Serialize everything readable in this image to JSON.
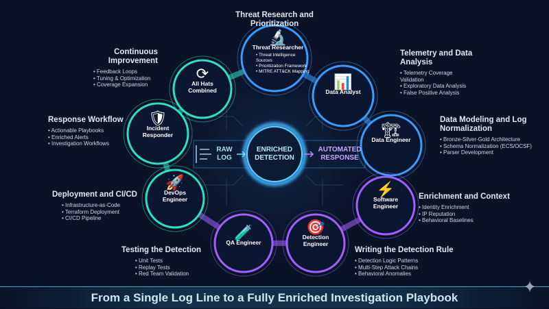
{
  "center": {
    "raw": "RAW LOG",
    "enriched": "ENRICHED DETECTION",
    "automated": "AUTOMATED RESPONSE"
  },
  "nodes": [
    {
      "role": "Threat Researcher",
      "icon": "🔬",
      "items": [
        "Threat Intelligence Sources",
        "Prioritization Framework",
        "MITRE ATT&CK Mapping"
      ]
    },
    {
      "role": "Data Analyst",
      "icon": "📊"
    },
    {
      "role": "Data Engineer",
      "icon": "🏗"
    },
    {
      "role": "Software Engineer",
      "icon": "⚡"
    },
    {
      "role": "Detection Engineer",
      "icon": "🎯"
    },
    {
      "role": "QA Engineer",
      "icon": "🧪"
    },
    {
      "role": "DevOps Engineer",
      "icon": "🚀"
    },
    {
      "role": "Incident Responder",
      "icon": "🛡"
    },
    {
      "role": "All Hats Combined",
      "icon": "⟳"
    }
  ],
  "stages": [
    {
      "title": "Threat Research and Prioritization",
      "items": []
    },
    {
      "title": "Telemetry and Data Analysis",
      "items": [
        "Telemetry Coverage Validation",
        "Exploratory Data Analysis",
        "False Positive Analysis"
      ]
    },
    {
      "title": "Data Modeling and Log Normalization",
      "items": [
        "Bronze-Silver-Gold Architecture",
        "Schema Normalization (ECS/OCSF)",
        "Parser Development"
      ]
    },
    {
      "title": "Enrichment and Context",
      "items": [
        "Identity Enrichment",
        "IP Reputation",
        "Behavioral Baselines"
      ]
    },
    {
      "title": "Writing the Detection Rule",
      "items": [
        "Detection Logic Patterns",
        "Multi-Step Attack Chains",
        "Behavioral Anomalies"
      ]
    },
    {
      "title": "Testing the Detection",
      "items": [
        "Unit Tests",
        "Replay Tests",
        "Red Team Validation"
      ]
    },
    {
      "title": "Deployment and CI/CD",
      "items": [
        "Infrastructure-as-Code",
        "Terraform Deployment",
        "CI/CD Pipeline"
      ]
    },
    {
      "title": "Response Workflow",
      "items": [
        "Actionable Playbooks",
        "Enriched Alerts",
        "Investigation Workflows"
      ]
    },
    {
      "title": "Continuous Improvement",
      "items": [
        "Feedback Loops",
        "Tuning & Optimization",
        "Coverage Expansion"
      ]
    }
  ],
  "banner": "From a Single Log Line to a Fully Enriched Investigation Playbook",
  "colors": {
    "teal": "#2fe0c0",
    "blue": "#3a9cff",
    "purple": "#a060ff",
    "bg": "#0a1226"
  }
}
